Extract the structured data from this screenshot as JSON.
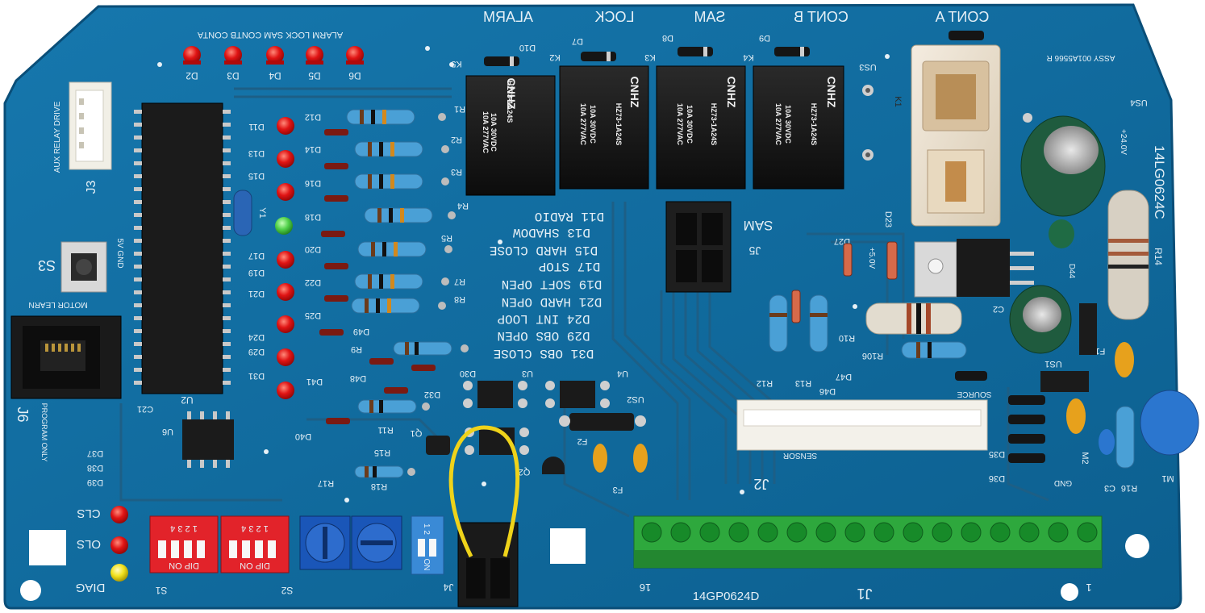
{
  "board": {
    "part_number": "14GP0624D",
    "side_label": "14LG0624C",
    "assy_label": "ASSY 001A5566 R",
    "colors": {
      "substrate": "#0f6a9c",
      "trace": "#1d5f86",
      "silkscreen": "#e6f0f6",
      "terminal_block": "#2ea83d",
      "dip_switch": "#e2232a",
      "potentiometer": "#1a56b8",
      "led_red": "#e01414",
      "led_green": "#52d24b",
      "led_yellow": "#f2e21e"
    }
  },
  "top_labels": {
    "alarm": "ALARM",
    "lock": "LOCK",
    "sam": "SAM",
    "cont_b": "CONT B",
    "cont_a": "CONT A"
  },
  "led_header": {
    "text": "ALARM LOCK SAM CONTB CONTA",
    "led_labels": [
      "D2",
      "D3",
      "D4",
      "D5",
      "D6"
    ]
  },
  "relays": [
    {
      "brand": "CNHZ",
      "model": "HZ73-1A24S",
      "ref": "K5",
      "diode": "D10"
    },
    {
      "brand": "CNHZ",
      "model": "HZ73-1A24S",
      "ref": "K2",
      "diode": "D7"
    },
    {
      "brand": "CNHZ",
      "model": "HZ73-1A24S",
      "ref": "K3",
      "diode": "D8"
    },
    {
      "brand": "CNHZ",
      "model": "HZ73-1A24S",
      "ref": "K4",
      "diode": "D9"
    }
  ],
  "relay_ratings": {
    "line1": "10A 30VDC",
    "line2": "10A 277VAC"
  },
  "status_legend": [
    "D11 RADIO",
    "D13 SHADOW",
    "D15 HARD CLOSE",
    "D17 STOP",
    "D19 SOFT OPEN",
    "D21 HARD OPEN",
    "D24 INT LOOP",
    "D29 OBS OPEN",
    "D31 OBS CLOSE"
  ],
  "connectors": {
    "j3": "J3",
    "j3_desc": "AUX RELAY DRIVE",
    "j6": "J6",
    "j6_desc": "PROGRAM ONLY",
    "j5": "J5",
    "j5_desc": "SAM",
    "j2": "J2",
    "j2_desc": "SENSOR",
    "j1": "J1",
    "j4": "J4",
    "j1_pin_first": "1",
    "j1_pin_last": "16"
  },
  "buttons": {
    "s3": "S3",
    "s3_desc": "MOTOR LEARN",
    "gnd_5v": "5V GND"
  },
  "switches": {
    "s1": "S1",
    "s2": "S2",
    "dip_text": "DIP ON",
    "dip_numbers": "1 2 3 4",
    "small_dip_numbers": "1 2",
    "small_dip_on": "ON"
  },
  "bottom_leds": {
    "cls": "CLS",
    "ols": "OLS",
    "diag": "DIAG"
  },
  "refdes": {
    "u2": "U2",
    "u6": "U6",
    "u3": "U3",
    "u4": "U4",
    "k1": "K1",
    "us2": "US2",
    "us3": "US3",
    "us4": "US4",
    "us1": "US1",
    "y1": "Y1",
    "c21": "C21",
    "c2": "C2",
    "c3": "C3",
    "m1": "M1",
    "m2": "M2",
    "r14": "R14",
    "r16": "R16",
    "f1": "F1",
    "f2": "F2",
    "f3": "F3",
    "q1": "Q1",
    "q2": "Q2",
    "d23": "D23",
    "d27": "D27",
    "d44": "D44",
    "d46": "D46",
    "d47": "D47",
    "d35": "D35",
    "d36": "D36",
    "d37": "D37",
    "d38": "D38",
    "d39": "D39",
    "d40": "D40",
    "d30": "D30",
    "d32": "D32",
    "d48": "D48",
    "d49": "D49",
    "r12": "R12",
    "r13": "R13",
    "r10": "R10",
    "r106": "R106",
    "r15": "R15",
    "r17": "R17",
    "r18": "R18",
    "r11": "R11",
    "r9": "R9",
    "source": "SOURCE",
    "gnd": "GND",
    "v24": "+24.0V",
    "v5": "+5.0V"
  },
  "left_column_leds": [
    "D11",
    "D13",
    "D15",
    "D17",
    "D19",
    "D21",
    "D24",
    "D29",
    "D31"
  ],
  "mid_column_refs": [
    "D12",
    "D14",
    "D16",
    "D18",
    "D20",
    "D22",
    "D25",
    "D49",
    "D41"
  ],
  "resistor_refs": [
    "R1",
    "R2",
    "R3",
    "R4",
    "R5",
    "R7",
    "R8"
  ]
}
